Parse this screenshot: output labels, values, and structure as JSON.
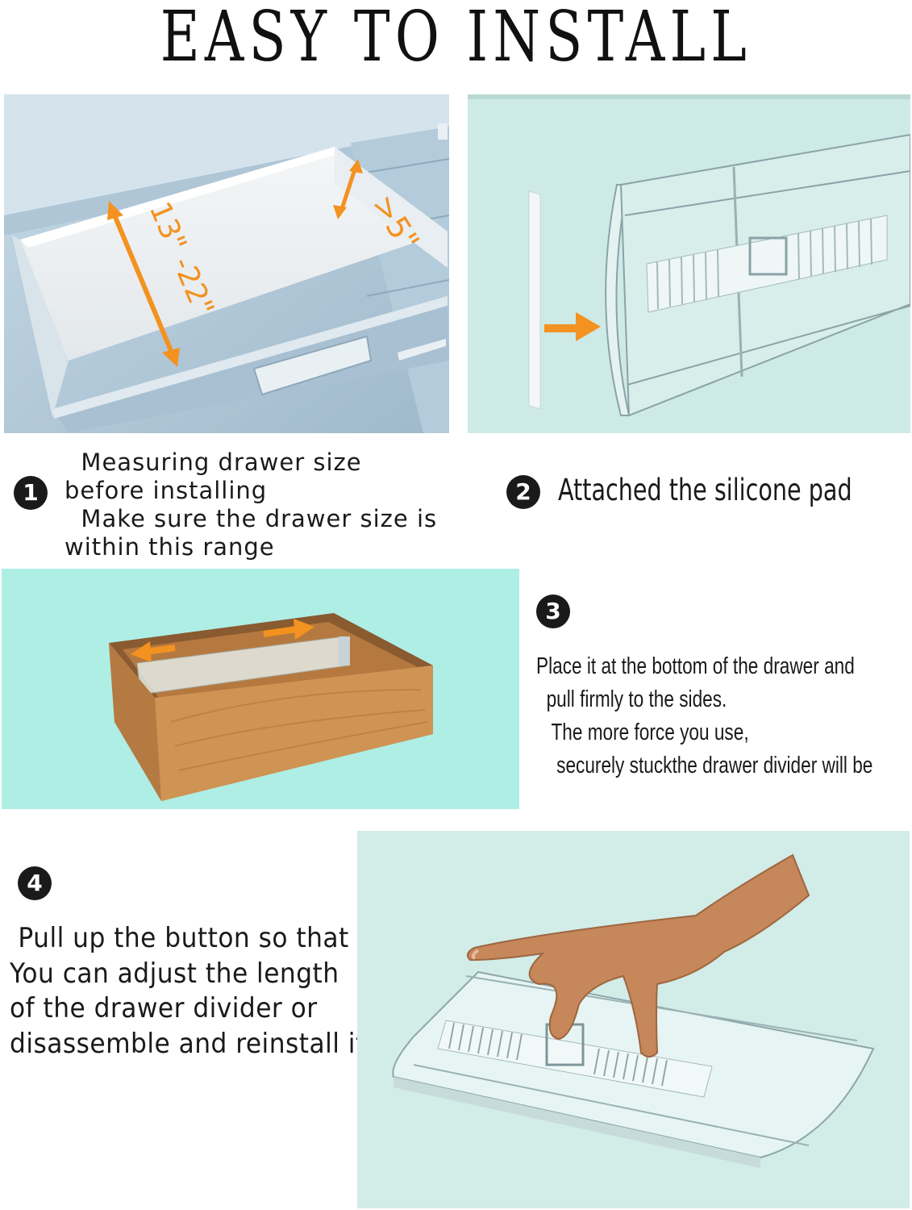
{
  "page": {
    "title": "EASY TO INSTALL"
  },
  "colors": {
    "orange": "#f39220",
    "mint": "#aeeee5",
    "pale_mint": "#ccece7",
    "drawer_blue": "#a9c3d4",
    "wood": "#c98a4a"
  },
  "panel1": {
    "label_depth": "13\" -22\"",
    "label_height": ">5\""
  },
  "steps": [
    {
      "number": "1",
      "lines": [
        "  Measuring drawer size",
        "before installing",
        "  Make sure the drawer size is",
        "within this range"
      ]
    },
    {
      "number": "2",
      "lines": [
        "Attached the silicone pad"
      ]
    },
    {
      "number": "3",
      "lines": [
        "Place it at the bottom of the drawer and",
        "  pull firmly to the sides.",
        "   The more force you use,",
        "    securely stuckthe drawer divider will be"
      ]
    },
    {
      "number": "4",
      "lines": [
        " Pull up the button so that",
        "You can adjust the length",
        "of the drawer divider or",
        "disassemble and reinstall it"
      ]
    }
  ]
}
